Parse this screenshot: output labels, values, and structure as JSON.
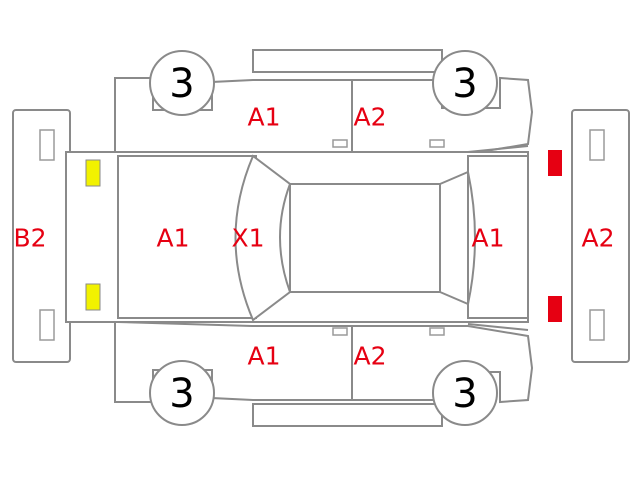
{
  "colors": {
    "outline": "#8a8a8a",
    "code_text": "#e60012",
    "yellow_marker": "#f2f200",
    "red_marker": "#e60012"
  },
  "wheels": [
    {
      "id": "front-left",
      "label": "3"
    },
    {
      "id": "rear-left",
      "label": "3"
    },
    {
      "id": "front-right",
      "label": "3"
    },
    {
      "id": "rear-right",
      "label": "3"
    }
  ],
  "labels": {
    "rear_bumper": "B2",
    "trunk": "A1",
    "roof_rear": "X1",
    "front_upper_door": "A1",
    "rear_upper_door": "A2",
    "front_lower_door": "A1",
    "rear_lower_door": "A2",
    "hood": "A1",
    "front_bumper": "A2"
  },
  "markers": {
    "rear_lamps": [
      "yellow",
      "yellow"
    ],
    "front_lamps": [
      "red",
      "red"
    ]
  }
}
